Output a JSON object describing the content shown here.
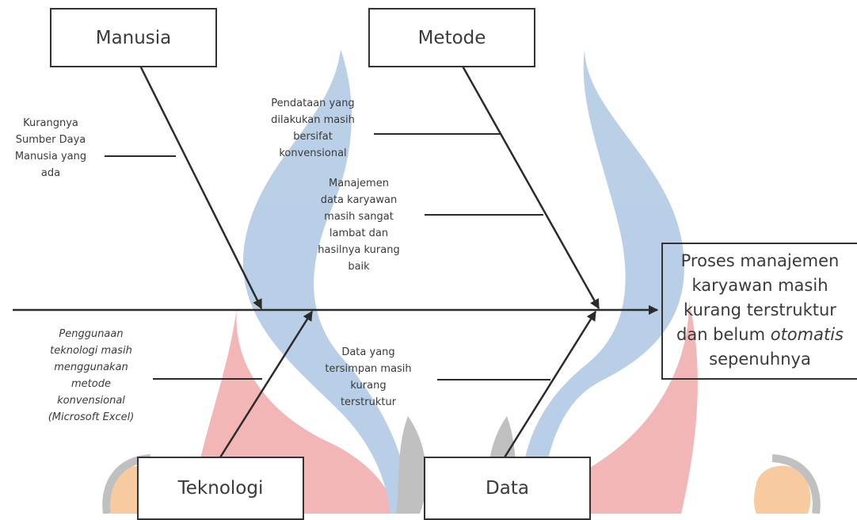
{
  "categories": {
    "manusia": "Manusia",
    "metode": "Metode",
    "teknologi": "Teknologi",
    "data": "Data"
  },
  "causes": {
    "manusia": [
      "Kurangnya",
      "Sumber Daya",
      "Manusia yang",
      "ada"
    ],
    "metode_1": [
      "Pendataan yang",
      "dilakukan masih",
      "bersifat",
      "konvensional"
    ],
    "metode_2": [
      "Manajemen",
      "data karyawan",
      "masih sangat",
      "lambat dan",
      "hasilnya kurang",
      "baik"
    ],
    "teknologi": [
      "Penggunaan",
      "teknologi masih",
      "menggunakan",
      "metode",
      "konvensional",
      "(Microsoft Excel)"
    ],
    "data": [
      "Data yang",
      "tersimpan masih",
      "kurang",
      "terstruktur"
    ]
  },
  "effect": {
    "line1": "Proses manajemen",
    "line2": "karyawan masih",
    "line3": "kurang terstruktur",
    "line4_prefix": "dan belum ",
    "line4_italic": "otomatis",
    "line5": "sepenuhnya"
  },
  "colors": {
    "line": "#2b2b2b",
    "watermark_blue": "#b6cde6",
    "watermark_red": "#f3b3b3",
    "watermark_gray": "#bdbdbd",
    "watermark_orange": "#f7c99a"
  }
}
